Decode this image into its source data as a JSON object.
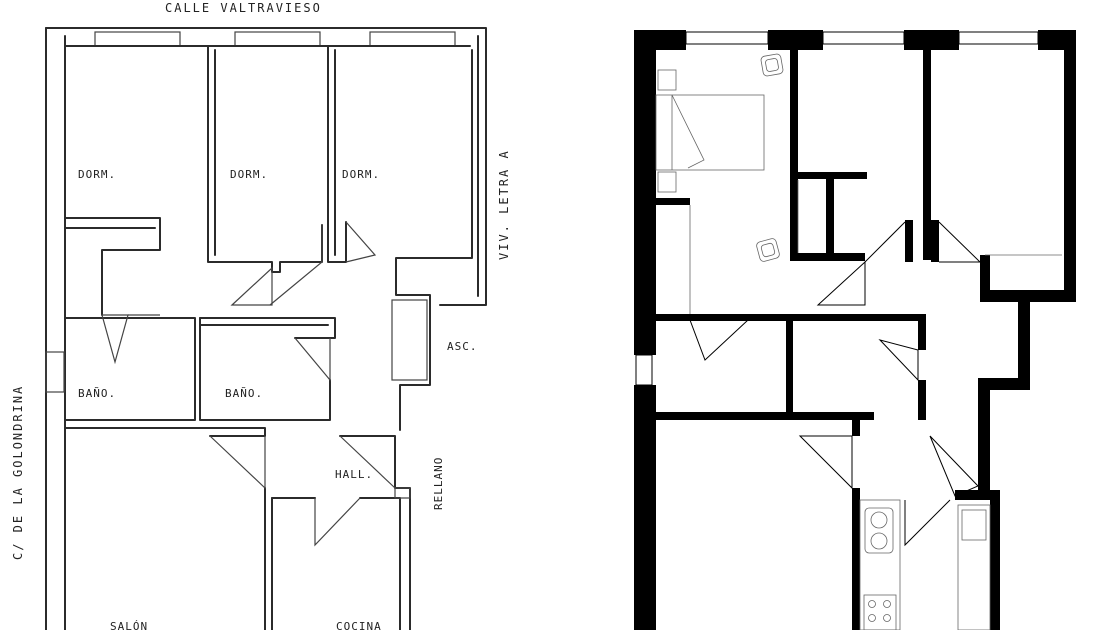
{
  "sketch": {
    "street_top": "CALLE  VALTRAVIESO",
    "street_left": "C/ DE LA GOLONDRINA",
    "street_right": "VIV. LETRA A",
    "landing": "RELLANO",
    "rooms": {
      "dorm_1": "DORM.",
      "dorm_2": "DORM.",
      "dorm_3": "DORM.",
      "bath_1": "BAÑO.",
      "bath_2": "BAÑO.",
      "hall": "HALL.",
      "asc": "ASC.",
      "salon": "SALÓN",
      "cocina": "COCINA"
    }
  }
}
